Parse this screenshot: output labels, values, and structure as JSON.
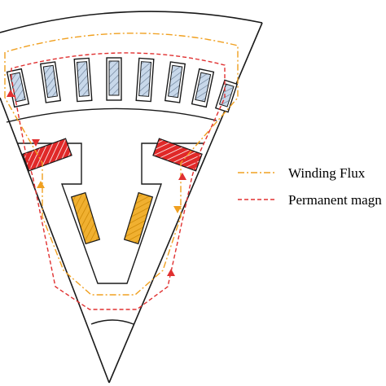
{
  "legend": {
    "winding_flux": {
      "label": "Winding Flux",
      "color": "#f0a020",
      "style": "dash-dot"
    },
    "pm_flux": {
      "label": "Permanent magn",
      "color": "#e03030",
      "style": "dashed"
    }
  },
  "colors": {
    "outline": "#1a1a1a",
    "stator_coil_fill": "#c8d8ea",
    "stator_coil_hatch": "#6a7e96",
    "pm_fill": "#e02828",
    "pm_hatch": "#ffffff",
    "rotor_coil_fill": "#f0b030",
    "rotor_coil_hatch": "#c98400"
  },
  "icons": {
    "flux_arrow_red": "arrow-head",
    "flux_arrow_orange": "arrow-head"
  }
}
